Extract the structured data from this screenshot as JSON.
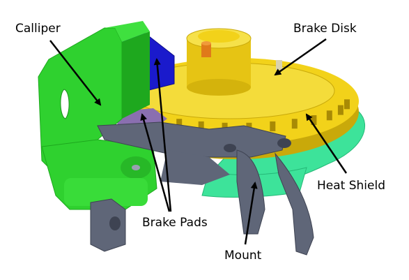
{
  "labels": {
    "calliper": "Calliper",
    "brake_disk": "Brake Disk",
    "heat_shield": "Heat Shield",
    "brake_pads": "Brake Pads",
    "mount": "Mount"
  },
  "colors": {
    "calliper": "#2fd12f",
    "calliper_dark": "#1ea81e",
    "disk": "#f2d21a",
    "disk_dark": "#c9a90a",
    "heat_shield": "#3de39a",
    "brake_pad_blue": "#1a1acc",
    "brake_pad_purple": "#8a6fb0",
    "mount": "#5f6678",
    "mount_dark": "#3e4352",
    "hub_pin": "#e07a1a",
    "leader_line": "#000000"
  }
}
